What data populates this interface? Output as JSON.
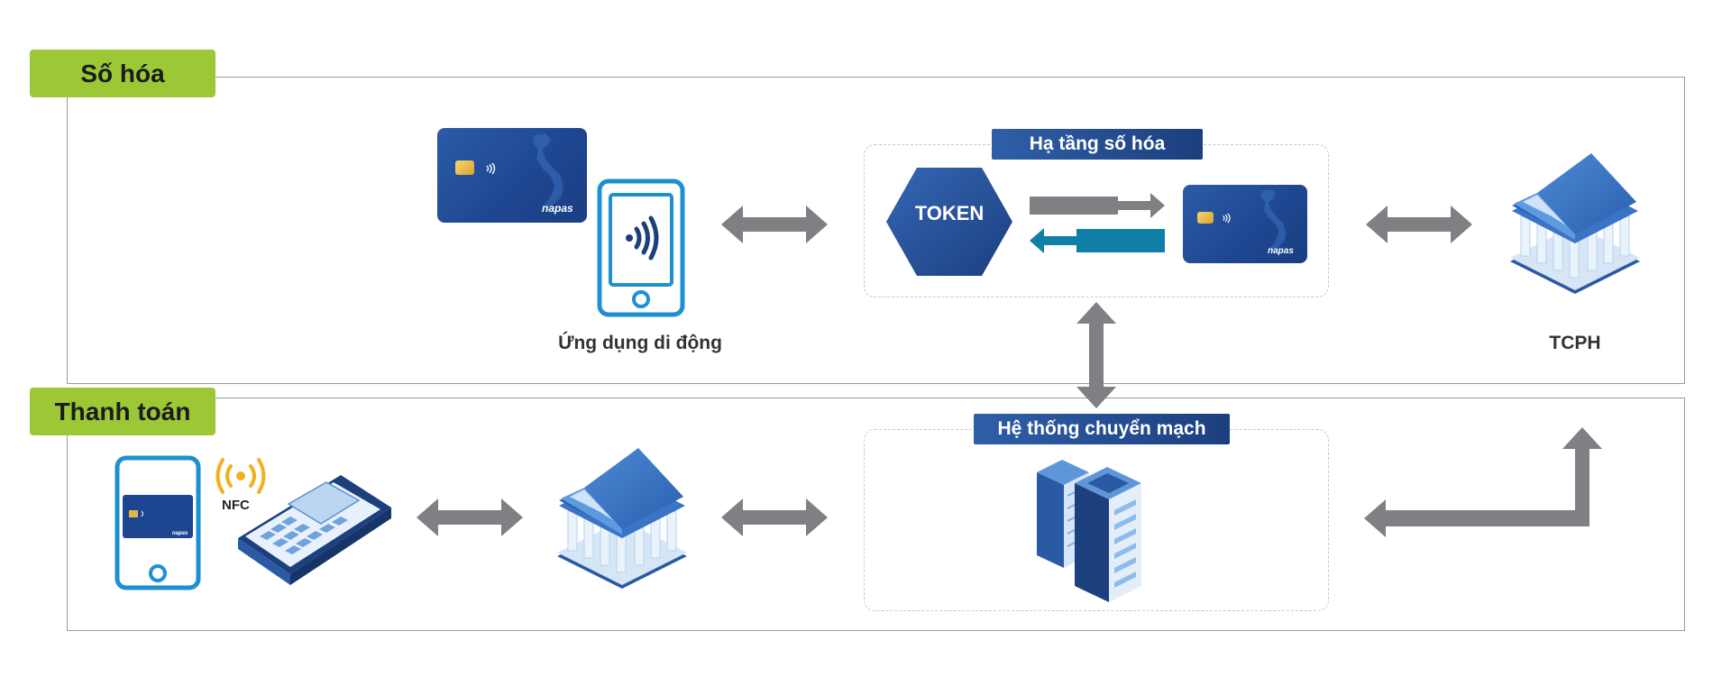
{
  "sections": {
    "digitize": {
      "tab_label": "Số hóa"
    },
    "payment": {
      "tab_label": "Thanh toán"
    }
  },
  "digitize": {
    "mobile_app_label": "Ứng dụng di động",
    "infra_label": "Hạ tầng số hóa",
    "token_label": "TOKEN",
    "issuer_label": "TCPH"
  },
  "payment": {
    "nfc_label": "NFC",
    "switch_label": "Hệ thống chuyển mạch"
  },
  "card": {
    "brand": "napas"
  },
  "colors": {
    "tab_green": "#9cc836",
    "navy": "#1e4690",
    "phone_blue": "#1e90d2",
    "arrow_gray": "#808084",
    "teal_arrow": "#0f7fa6"
  }
}
